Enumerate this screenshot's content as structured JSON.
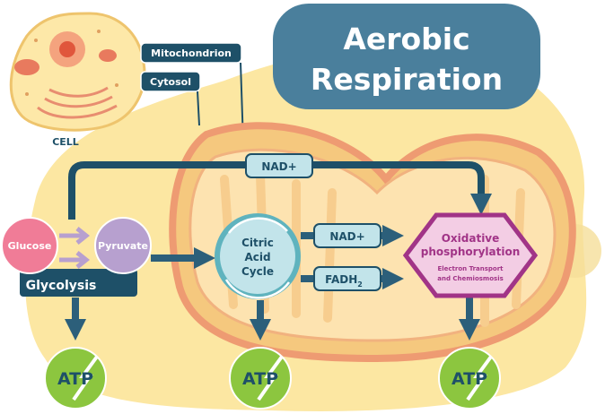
{
  "title": {
    "line1": "Aerobic",
    "line2": "Respiration"
  },
  "cell": {
    "label": "CELL",
    "mitochondrion_label": "Mitochondrion",
    "cytosol_label": "Cytosol"
  },
  "glycolysis": {
    "label": "Glycolysis",
    "glucose": "Glucose",
    "pyruvate": "Pyruvate"
  },
  "citric_acid_cycle": {
    "line1": "Citric",
    "line2": "Acid",
    "line3": "Cycle"
  },
  "carriers": {
    "nad_top": "NAD+",
    "nad_mid": "NAD+",
    "fadh2_base": "FADH",
    "fadh2_sub": "2"
  },
  "oxidative": {
    "line1": "Oxidative",
    "line2": "phosphorylation",
    "sub1": "Electron Transport",
    "sub2": "and Chemiosmosis"
  },
  "atp": {
    "left": "ATP",
    "middle": "ATP",
    "right": "ATP"
  },
  "colors": {
    "navy": "#1e5068",
    "title_box": "#4a7f9c",
    "glucose": "#f07c97",
    "pyruvate": "#b7a0cf",
    "oxidative": "#a13487",
    "atp": "#8cc63f"
  }
}
